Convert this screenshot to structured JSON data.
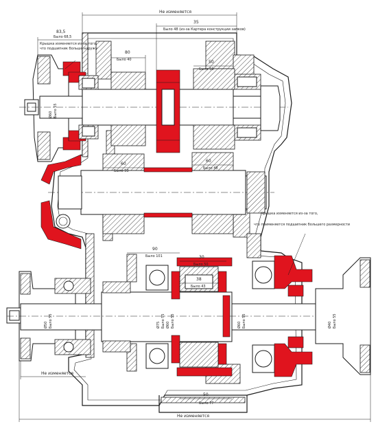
{
  "dimensions": {
    "top_overall": "Не изменяется",
    "top_35": "35",
    "top_35_note": "Было 48 (из-за Картера конструкции замков)",
    "top_left_835": "83,5",
    "top_left_835_note": "Было 68,5",
    "d80_top": "80",
    "d80_top_note": "Было 40",
    "d50_top": "50",
    "d50_top_note": "Было 50",
    "d60_mid": "60",
    "d60_mid_note": "Было 53",
    "d60_mid2": "60",
    "d60_mid2_note": "Было 48",
    "d90_low": "90",
    "d90_low_note": "Было 101",
    "d30_low": "30",
    "d30_low_note": "Было 50",
    "d38_low": "38",
    "d38_low_note": "Было 43",
    "d50_bottom": "50",
    "d50_bottom_note": "Было 77",
    "bottom_left": "Не изменяется",
    "bottom_overall": "Не изменяется",
    "shaft_top_d": "Ø60",
    "shaft_top_d_note": "Было 55",
    "shaft_low_d": "Ø60",
    "shaft_low_d_note": "Было 55",
    "shaft_low_d2": "Ø75",
    "shaft_low_d2_note": "Было 55",
    "shaft_low_right_d": "Ø60",
    "shaft_low_right_d_note": "Было 55",
    "shaft_far_right_d": "Ø40",
    "shaft_far_right_d_note": "Было 55",
    "shaft_left_low_d": "Ø50",
    "shaft_left_low_d_note": "Было 55"
  },
  "notes": {
    "top_left_note_line1": "Крышка изменяется из-за того,",
    "top_left_note_line2": "что подшипник больше наружу",
    "right_note_line1": "Крышка изменяется из-за того,",
    "right_note_line2": "что применяется подшипник большего размерности"
  },
  "colors": {
    "highlight": "#e0141e",
    "line": "#1a1a1a",
    "background": "#ffffff"
  }
}
